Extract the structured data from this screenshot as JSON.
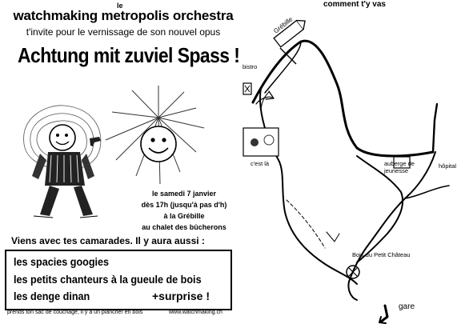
{
  "flyer": {
    "le": "le",
    "orchestra": "watchmaking metropolis orchestra",
    "invite": "t'invite pour le vernissage de son nouvel opus",
    "title": "Achtung mit zuviel Spass !",
    "details": [
      "le samedi 7 janvier",
      "dès 17h (jusqu'à pas d'h)",
      "à la Grébille",
      "au chalet des bûcherons"
    ],
    "with_friends": "Viens avec tes camarades. Il y aura aussi :",
    "bands": [
      "les spacies googies",
      "les petits chanteurs à la gueule de bois",
      "les denge dinan"
    ],
    "surprise": "+surprise !",
    "footer_note": "prends ton sac de couchage, il y a un plancher en bois",
    "website": "www.watchmaking.ch"
  },
  "map": {
    "title": "comment t'y vas",
    "labels": {
      "road_sign": "Grébille",
      "bistro": "bistro",
      "cest_la": "c'est là",
      "auberge": "auberge de jeunesse",
      "hopital": "hôpital",
      "bois": "Bois du Petit Château",
      "gare": "gare"
    }
  }
}
